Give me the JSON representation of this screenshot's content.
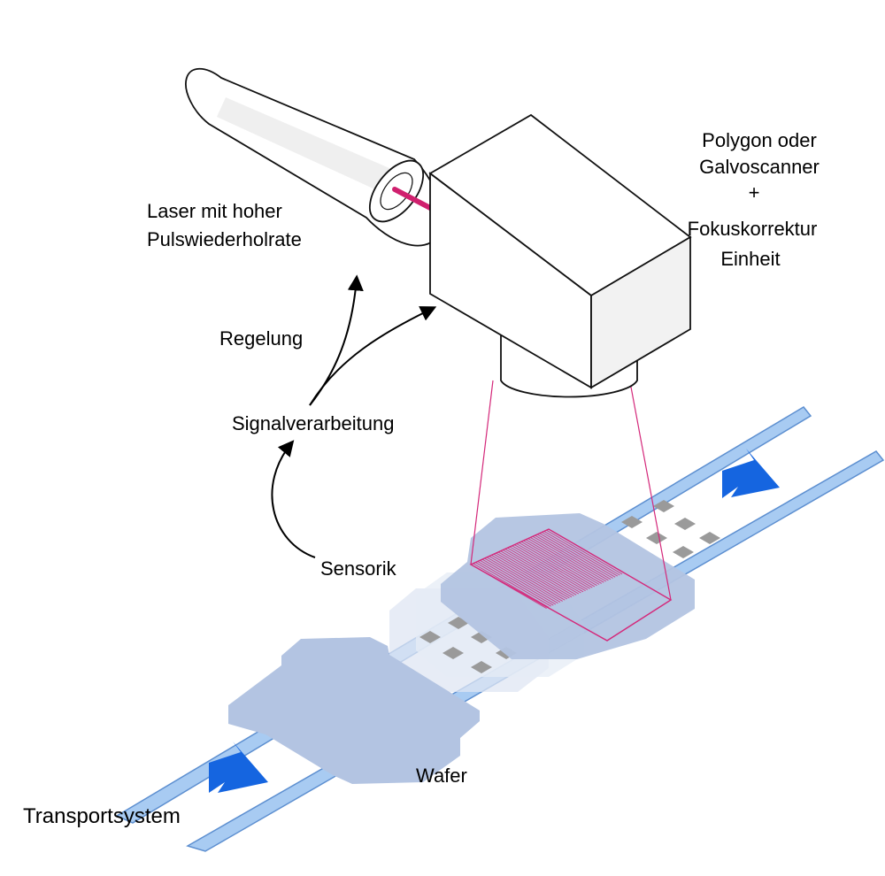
{
  "labels": {
    "laser_line1": "Laser mit hoher",
    "laser_line2": "Pulswiederholrate",
    "scanner_line1": "Polygon oder",
    "scanner_line2": "Galvoscanner",
    "scanner_plus": "+",
    "scanner_line3": "Fokuskorrektur",
    "scanner_line4": "Einheit",
    "regelung": "Regelung",
    "signalverarbeitung": "Signalverarbeitung",
    "sensorik": "Sensorik",
    "wafer": "Wafer",
    "transportsystem": "Transportsystem"
  },
  "colors": {
    "rail_fill": "#a8cbf2",
    "rail_stroke": "#5d8fd0",
    "wafer_fill": "#b3c4e2",
    "wafer_ghost": "#dfe6f3",
    "direction_arrow": "#1565e0",
    "laser_beam": "#d0206e",
    "scan_lines": "#d4287a",
    "chip_pads": "#9a9a9a",
    "flow_arrows": "#000000"
  }
}
